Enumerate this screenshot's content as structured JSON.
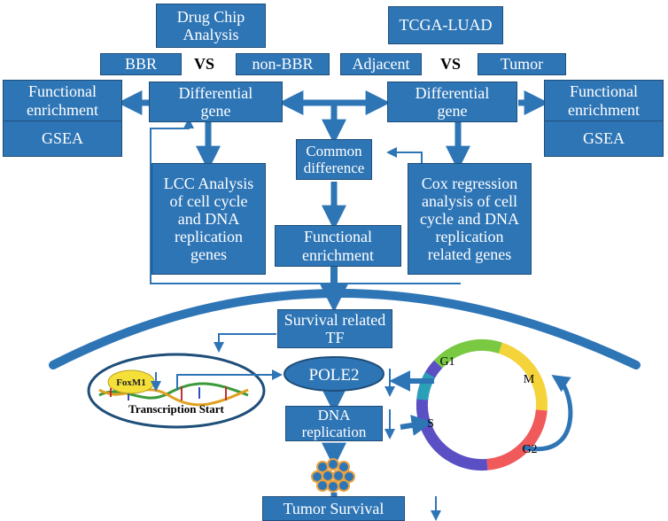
{
  "top": {
    "drug_chip": "Drug Chip\nAnalysis",
    "tcga": "TCGA-LUAD",
    "bbr": "BBR",
    "non_bbr": "non-BBR",
    "vs_left": "VS",
    "adjacent": "Adjacent",
    "vs_right": "VS",
    "tumor": "Tumor"
  },
  "left": {
    "functional_enrichment": "Functional\nenrichment",
    "gsea": "GSEA",
    "differential_gene": "Differential\ngene",
    "lcc": "LCC Analysis\nof cell cycle\nand DNA\nreplication\ngenes"
  },
  "right": {
    "functional_enrichment": "Functional\nenrichment",
    "gsea": "GSEA",
    "differential_gene": "Differential\ngene",
    "cox": "Cox regression\nanalysis of cell\ncycle and DNA\nreplication\nrelated genes"
  },
  "center": {
    "common_difference": "Common\ndifference",
    "functional_enrichment": "Functional\nenrichment"
  },
  "lower": {
    "survival_tf": "Survival related\nTF",
    "pole2": "POLE2",
    "dna_replication": "DNA\nreplication",
    "tumor_survival": "Tumor Survival",
    "foxm1": "FoxM1",
    "transcription_start": "Transcription Start"
  },
  "cell_cycle": {
    "g1": "G1",
    "m": "M",
    "g2": "G2",
    "s": "S",
    "colors": {
      "g1": "#7ac943",
      "m": "#f5d33b",
      "g2": "#f05a5a",
      "s": "#5b4fc4",
      "teal": "#2aa0b8"
    }
  },
  "colors": {
    "box": "#2e75b6",
    "box_border": "#1f4e79",
    "arrow": "#2e75b6"
  }
}
